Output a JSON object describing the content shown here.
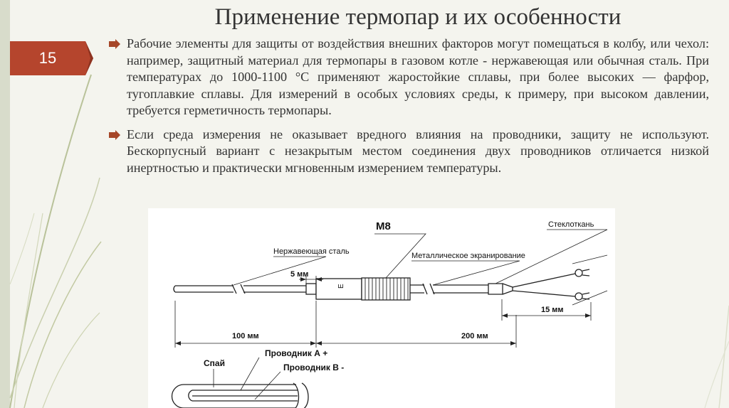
{
  "slide": {
    "title": "Применение термопар и их особенности",
    "number": "15"
  },
  "bullets": [
    {
      "text": "Рабочие элементы для защиты от воздействия внешних факторов могут помещаться в колбу, или чехол: например, защитный материал для термопары в газовом котле - нержавеющая или обычная сталь. При температурах до 1000-1100 °С применяют жаростойкие сплавы, при более высоких — фарфор, тугоплавкие сплавы. Для измерений в особых условиях среды, к примеру, при высоком давлении, требуется герметичность термопары."
    },
    {
      "text": "Если среда измерения не оказывает вредного влияния на проводники, защиту не используют. Бескорпусный вариант с незакрытым местом соединения двух проводников отличается низкой инертностью и практически мгновенным измерением температуры."
    }
  ],
  "diagram": {
    "labels": {
      "stainless": "Нержавеющая сталь",
      "m8": "М8",
      "fiberglass": "Стеклоткань",
      "shielding": "Металлическое экранирование",
      "mm5": "5 мм",
      "e": "E",
      "mm15": "15 мм",
      "mm100": "100 мм",
      "mm200": "200 мм",
      "junction": "Спай",
      "conductor_a": "Проводник А +",
      "conductor_b": "Проводник В -"
    }
  },
  "colors": {
    "banner": "#b5452d",
    "accent": "#a64628",
    "background": "#f4f4ee"
  }
}
